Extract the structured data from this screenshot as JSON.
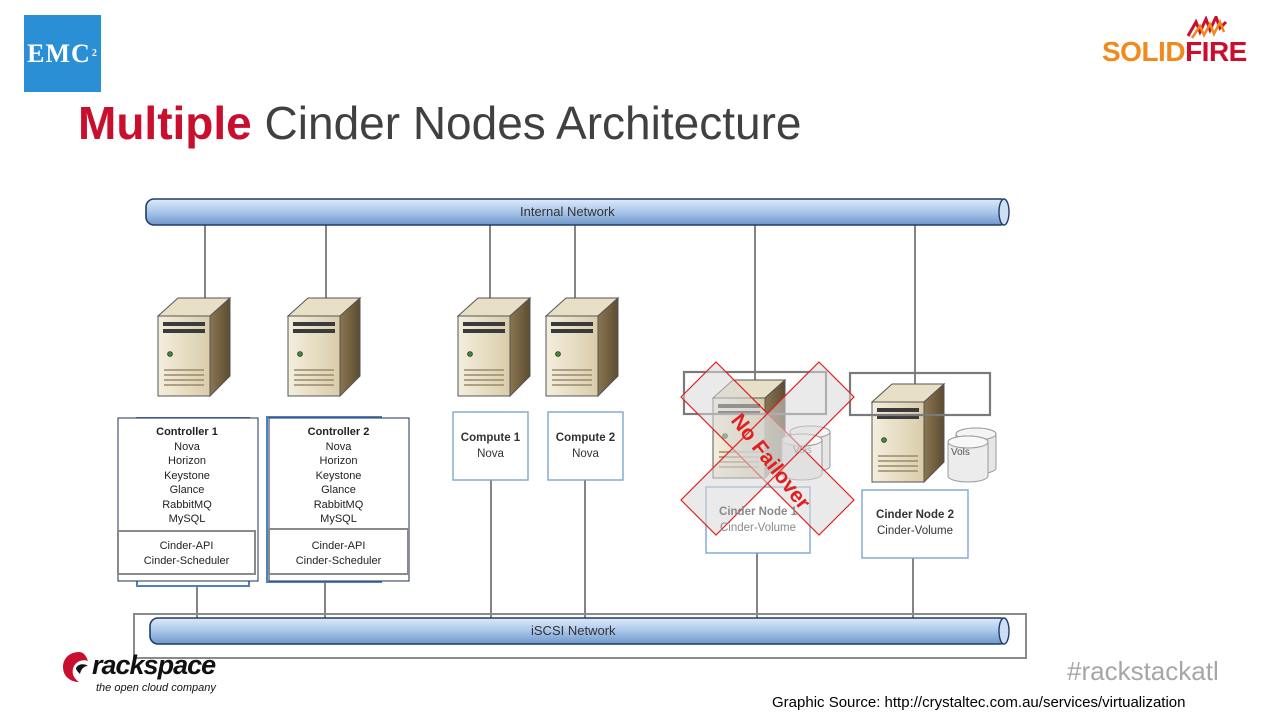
{
  "slide": {
    "title_accent": "Multiple",
    "title_rest": "Cinder Nodes Architecture",
    "hashtag": "#rackstackatl",
    "source": "Graphic Source: http://crystaltec.com.au/services/virtualization"
  },
  "logos": {
    "emc": {
      "text": "EMC",
      "sup": "2"
    },
    "solidfire": {
      "solid": "SOLID",
      "fire": "FIRE"
    },
    "rackspace": {
      "name": "rackspace",
      "tagline": "the open cloud company"
    }
  },
  "diagram": {
    "internal_network": "Internal Network",
    "iscsi_network": "iSCSI Network",
    "controller1": {
      "title": "Controller 1",
      "services": [
        "Nova",
        "Horizon",
        "Keystone",
        "Glance",
        "RabbitMQ",
        "MySQL"
      ],
      "cinder": [
        "Cinder-API",
        "Cinder-Scheduler"
      ]
    },
    "controller2": {
      "title": "Controller 2",
      "services": [
        "Nova",
        "Horizon",
        "Keystone",
        "Glance",
        "RabbitMQ",
        "MySQL"
      ],
      "cinder": [
        "Cinder-API",
        "Cinder-Scheduler"
      ]
    },
    "compute1": {
      "title": "Compute 1",
      "sub": "Nova"
    },
    "compute2": {
      "title": "Compute 2",
      "sub": "Nova"
    },
    "cinder_node1": {
      "title": "Cinder Node 1",
      "sub": "Cinder-Volume",
      "vols": "Vols"
    },
    "cinder_node2": {
      "title": "Cinder Node 2",
      "sub": "Cinder-Volume",
      "vols": "Vols"
    },
    "no_failover": "No Failover",
    "colors": {
      "accent_red": "#c8102e",
      "network_blue": "#a9c6ea",
      "box_border_blue": "#4f81bd",
      "nofail_red": "#e02020"
    }
  }
}
